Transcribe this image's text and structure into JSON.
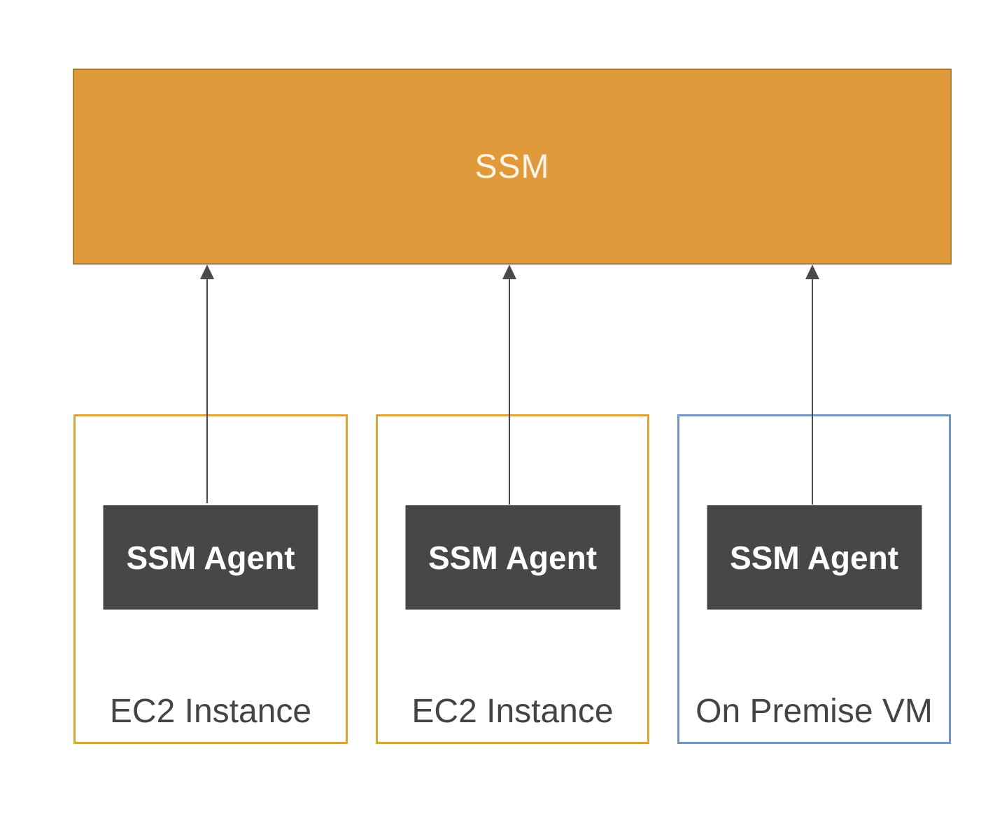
{
  "colors": {
    "ssm_fill": "#E09A3C",
    "ssm_border": "#A5803A",
    "ssm_text": "#FDF6E8",
    "ec2_border": "#D9A43C",
    "onprem_border": "#7295BF",
    "agent_fill": "#474747",
    "agent_text": "#FFFFFF",
    "label_text": "#444444",
    "arrow": "#4A4A4A",
    "background": "#FFFFFF"
  },
  "ssm": {
    "label": "SSM"
  },
  "nodes": [
    {
      "label": "EC2 Instance",
      "agent_label": "SSM Agent",
      "type": "ec2"
    },
    {
      "label": "EC2 Instance",
      "agent_label": "SSM Agent",
      "type": "ec2"
    },
    {
      "label": "On Premise VM",
      "agent_label": "SSM Agent",
      "type": "onprem"
    }
  ],
  "connections": [
    {
      "from": "SSM Agent (EC2 Instance 1)",
      "to": "SSM",
      "direction": "up"
    },
    {
      "from": "SSM Agent (EC2 Instance 2)",
      "to": "SSM",
      "direction": "up"
    },
    {
      "from": "SSM Agent (On Premise VM)",
      "to": "SSM",
      "direction": "up"
    }
  ]
}
